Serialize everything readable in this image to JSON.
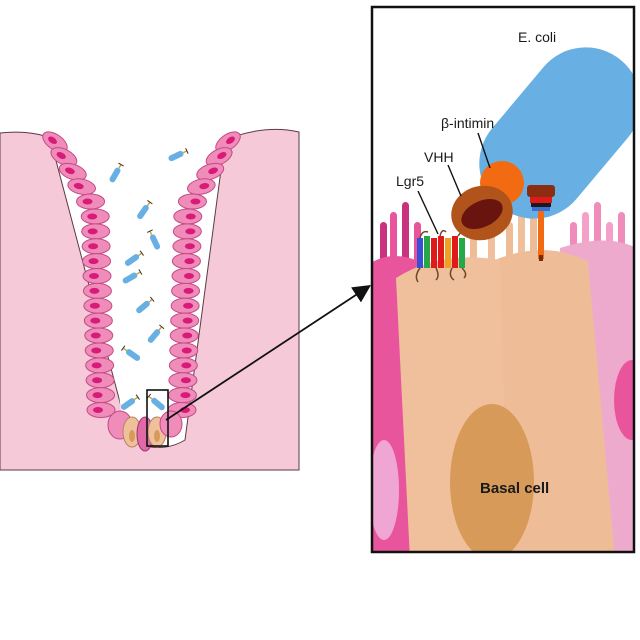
{
  "labels": {
    "ecoli": "E. coli",
    "intimin": "β-intimin",
    "vhh": "VHH",
    "lgr5": "Lgr5",
    "basal_cell": "Basal cell"
  },
  "colors": {
    "tissue": "#f6c9d8",
    "epithelial_cell": "#f08cba",
    "epithelial_nucleus": "#d81a78",
    "basal_cell": "#eec09c",
    "basal_nucleus": "#d79a58",
    "bacterium": "#68b0e4",
    "intimin": "#f26b12",
    "vhh": "#b1541b",
    "vhh_core": "#6a1410",
    "panel_border": "#111111",
    "arrow": "#111111"
  },
  "icons": {
    "arrow": "zoom-arrow-icon",
    "bacteria": "bacterium-icon"
  }
}
